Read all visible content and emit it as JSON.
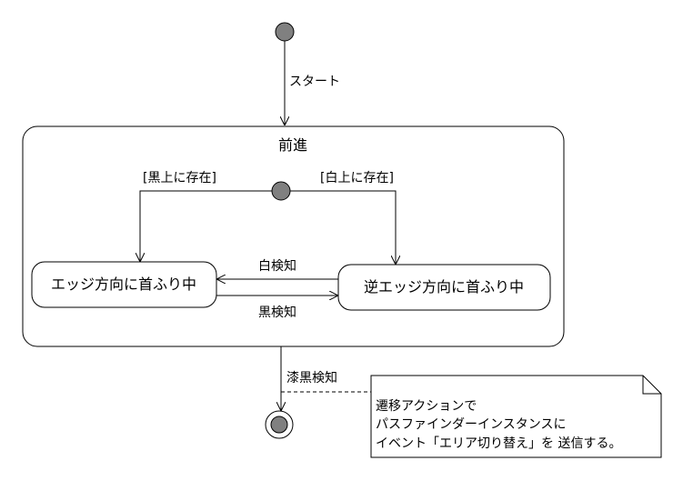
{
  "diagram": {
    "type": "state-machine",
    "initial_label": "スタート",
    "composite_state": {
      "name": "前進",
      "states": [
        {
          "id": "left",
          "label": "エッジ方向に首ふり中"
        },
        {
          "id": "right",
          "label": "逆エッジ方向に首ふり中"
        }
      ],
      "guards": {
        "left": "[黒上に存在]",
        "right": "[白上に存在]"
      },
      "transitions": {
        "right_to_left": "白検知",
        "left_to_right": "黒検知"
      }
    },
    "exit_transition": "漆黒検知",
    "note": {
      "lines": [
        "遷移アクションで",
        "パスファインダーインスタンスに",
        "イベント「エリア切り替え」を 送信する。"
      ]
    },
    "colors": {
      "stroke": "#000000",
      "pseudostate_fill": "#808080",
      "background": "#ffffff"
    }
  }
}
